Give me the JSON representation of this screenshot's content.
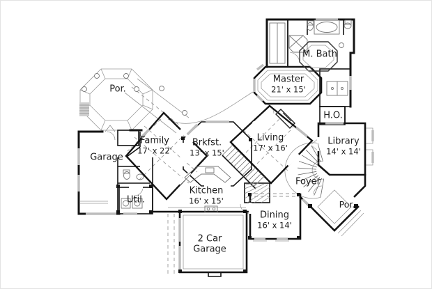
{
  "plan": {
    "type": "floor-plan",
    "colors": {
      "background": "#ffffff",
      "wall": "#141414",
      "detail": "#9a9a9a",
      "window": "#bdbdbd",
      "text": "#1d1d1d"
    },
    "rooms": [
      {
        "id": "porch-upper",
        "name": "Por.",
        "dims": ""
      },
      {
        "id": "garage-left",
        "name": "Garage",
        "dims": ""
      },
      {
        "id": "family",
        "name": "Family",
        "dims": "17' x 22'"
      },
      {
        "id": "breakfast",
        "name": "Brkfst.",
        "dims": "13' x 15'"
      },
      {
        "id": "kitchen",
        "name": "Kitchen",
        "dims": "16' x 15'"
      },
      {
        "id": "utility",
        "name": "Util.",
        "dims": ""
      },
      {
        "id": "two-car-garage",
        "name": "2 Car Garage",
        "dims": ""
      },
      {
        "id": "dining",
        "name": "Dining",
        "dims": "16' x 14'"
      },
      {
        "id": "living",
        "name": "Living",
        "dims": "17' x 16'"
      },
      {
        "id": "master",
        "name": "Master",
        "dims": "21' x 15'"
      },
      {
        "id": "master-bath",
        "name": "M. Bath",
        "dims": ""
      },
      {
        "id": "home-office",
        "name": "H.O.",
        "dims": ""
      },
      {
        "id": "library",
        "name": "Library",
        "dims": "14' x 14'"
      },
      {
        "id": "foyer",
        "name": "Foyer",
        "dims": ""
      },
      {
        "id": "porch-entry",
        "name": "Por.",
        "dims": ""
      }
    ],
    "fixtures": [
      "bathtub-icon",
      "toilet-icon",
      "sink-icon",
      "shower-icon",
      "dresser-icon",
      "fireplace-icon",
      "kitchen-island",
      "range-icon",
      "washer-dryer-icon",
      "spiral-staircase",
      "straight-staircase",
      "porch-column"
    ]
  }
}
